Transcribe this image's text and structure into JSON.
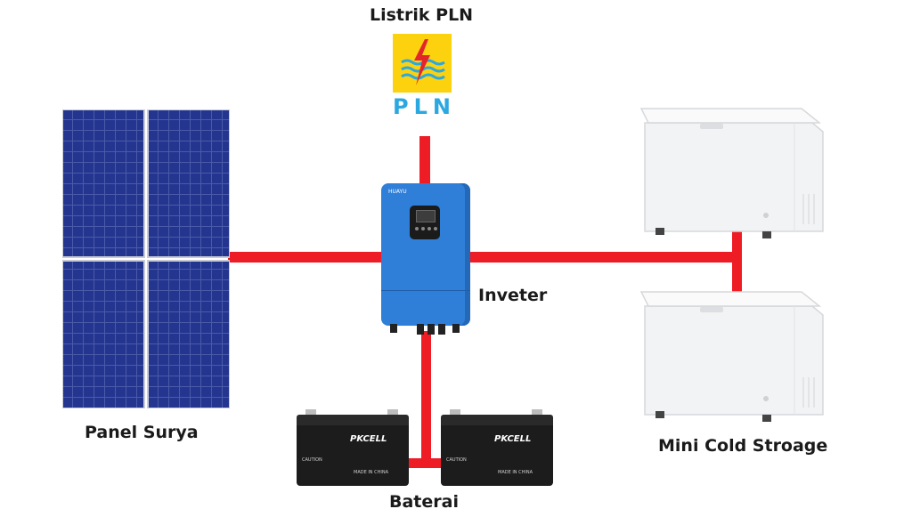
{
  "labels": {
    "pln_title": "Listrik PLN",
    "pln_logo_text": "PLN",
    "solar_panel": "Panel Surya",
    "inverter": "Inveter",
    "battery": "Baterai",
    "cold_storage": "Mini Cold Stroage"
  },
  "devices": {
    "inverter_brand": "HUAYU",
    "battery_brand": "PKCELL",
    "battery_caution": "CAUTION",
    "battery_made_in": "MADE IN CHINA"
  },
  "colors": {
    "wire": "#ee1c25",
    "pln_yellow": "#fcd20f",
    "pln_blue": "#2ba8e0",
    "pln_red": "#e3262a",
    "panel_blue": "#1f2f86",
    "inverter_blue": "#2f7fd8",
    "battery_black": "#1c1c1c",
    "freezer_white": "#f2f3f4"
  }
}
